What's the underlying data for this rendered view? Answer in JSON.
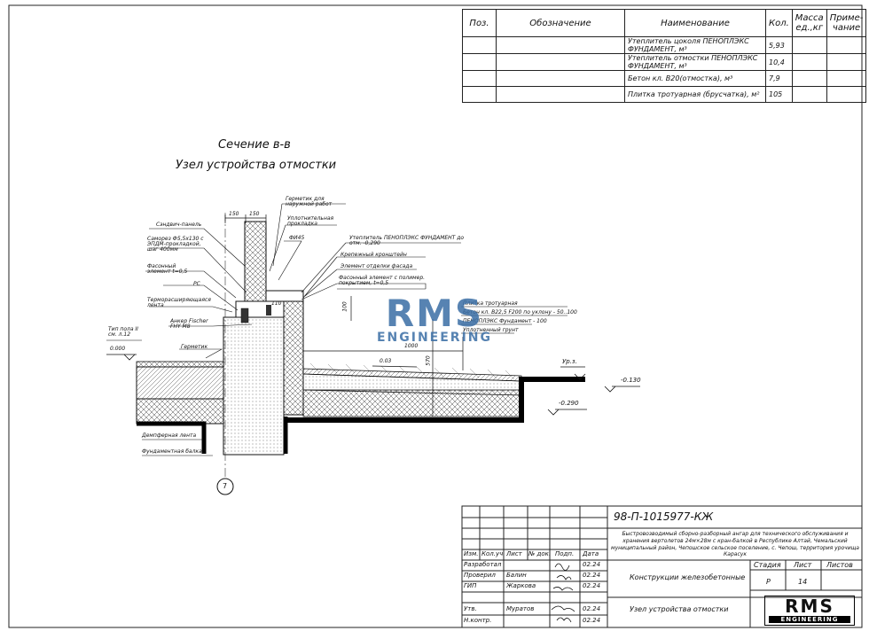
{
  "spec_table": {
    "headers": [
      "Поз.",
      "Обозначение",
      "Наименование",
      "Кол.",
      "Масса ед.,кг",
      "Приме- чание"
    ],
    "rows": [
      {
        "name": "Утеплитель цоколя ПЕНОПЛЭКС ФУНДАМЕНТ, м³",
        "qty": "5,93"
      },
      {
        "name": "Утеплитель отмостки ПЕНОПЛЭКС ФУНДАМЕНТ, м³",
        "qty": "10,4"
      },
      {
        "name": "Бетон кл. В20(отмостка), м³",
        "qty": "7,9"
      },
      {
        "name": "Плитка тротуарная (брусчатка), м²",
        "qty": "105"
      }
    ]
  },
  "section_title": "Сечение в-в",
  "section_subtitle": "Узел устройства отмостки",
  "labels": {
    "germetik_top": "Герметик для наружной работ",
    "uplotn": "Уплотнительная прокладка",
    "sandwich": "Сэндвич-панель",
    "samorez": "Саморез Ф5,5x130 с ЭПДМ-прокладкой, шаг 400мм",
    "fason_left": "Фасонный элемент t=0,5",
    "pc": "PC",
    "termo": "Терморасширяющаяся лента",
    "anchor": "Анкер Fischer FHY M8",
    "tip_pola": "Тип пола II см. л.12",
    "germetik_left": "Герметик",
    "fi45": "ФИ45",
    "utepl": "Утеплитель ПЕНОПЛЭКС ФУНДАМЕНТ до отм. -0,290",
    "krep": "Крепежный кронштейн",
    "elem_otdel": "Элемент отделки фасада",
    "fason_right": "Фасонный элемент с полимер. покрытием, t=0,5",
    "layer1": "Плитка тротуарная",
    "layer2": "Бетон кл. В22,5 F200 по уклону - 50..100",
    "layer3": "ПЕНОПЛЭКС Фундамент - 100",
    "layer4": "Уплотненный грунт",
    "dempfer": "Демпферная лента",
    "fund_balka": "Фундаментная балка",
    "axis": "7",
    "slope": "0.03",
    "ur_z": "Ур.з."
  },
  "dims": {
    "d150a": "150",
    "d150b": "150",
    "d1000": "1000",
    "d570": "570",
    "d100": "100",
    "d110": "110",
    "d0000": "0.000",
    "dm0130": "-0.130",
    "dm0290": "-0.290"
  },
  "watermark": {
    "main": "RMS",
    "sub": "ENGINEERING"
  },
  "stamp": {
    "doc_code": "98-П-1015977-КЖ",
    "description": "Быстровозводимый сборно-разборный ангар для технического обслуживания и хранения вертолетов 24м×28м с кран-балкой в Республике Алтай, Чемальский муниципальный район, Чепошское сельское поселение, с. Чепош, территория урочища Карасук",
    "cols": [
      "Изм.",
      "Кол.уч",
      "Лист",
      "№ док.",
      "Подп.",
      "Дата"
    ],
    "people": [
      {
        "role": "Разработал",
        "name": "",
        "date": "02.24"
      },
      {
        "role": "Проверил",
        "name": "Балин",
        "date": "02.24"
      },
      {
        "role": "ГИП",
        "name": "Жаркова",
        "date": "02.24"
      },
      {
        "role": "Утв.",
        "name": "Муратов",
        "date": "02.24"
      },
      {
        "role": "Н.контр.",
        "name": "",
        "date": "02.24"
      }
    ],
    "section_name": "Конструкции железобетонные",
    "sheet_name": "Узел устройства отмостки",
    "stage_label": "Стадия",
    "sheet_label": "Лист",
    "sheets_label": "Листов",
    "stage": "Р",
    "sheet": "14",
    "sheets": "",
    "logo_main": "RMS",
    "logo_sub": "ENGINEERING"
  }
}
